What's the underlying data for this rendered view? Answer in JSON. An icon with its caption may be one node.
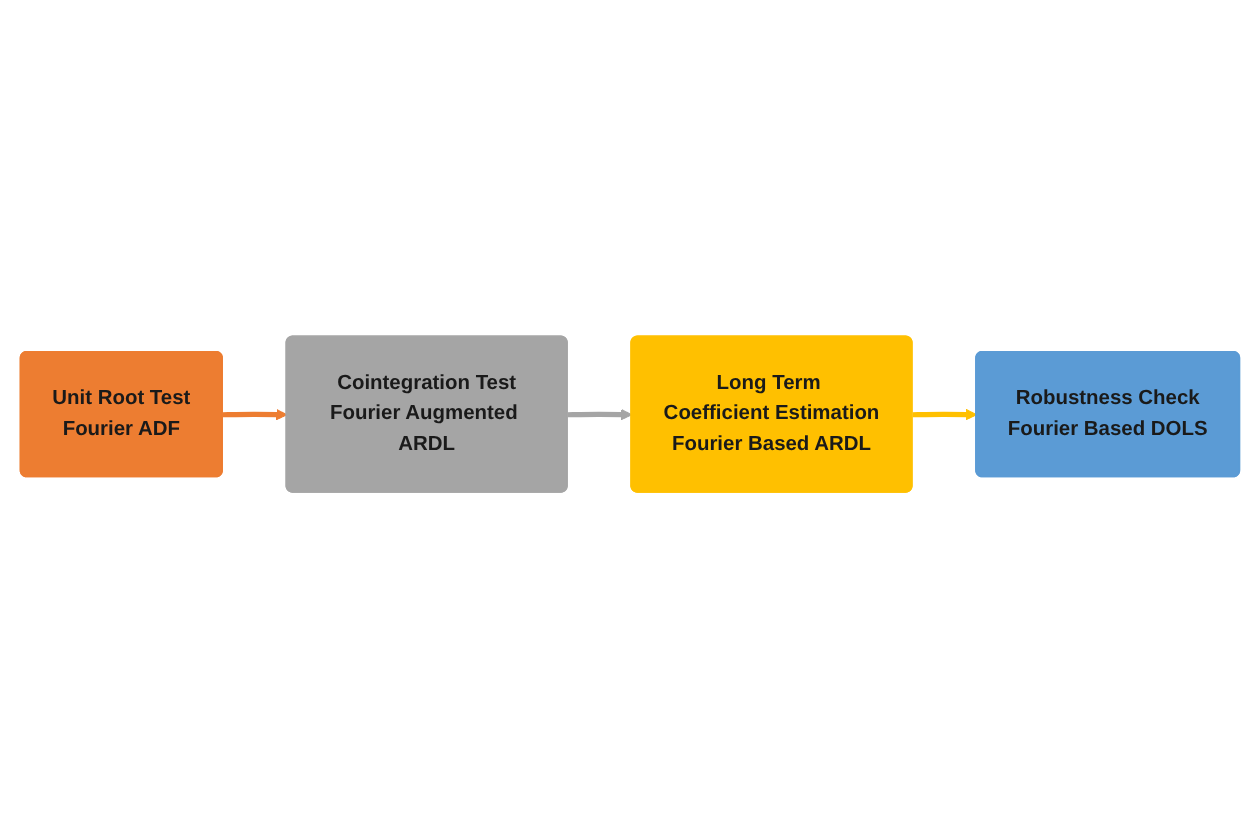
{
  "diagram": {
    "nodes": [
      {
        "text": [
          "Unit Root Test",
          "Fourier ADF"
        ]
      },
      {
        "text": [
          "Cointegration Test",
          "Fourier Augmented ARDL"
        ]
      },
      {
        "text": [
          "Long Term Coefficient Estimation",
          "Fourier Based ARDL"
        ]
      },
      {
        "text": [
          "Robustness Check",
          "Fourier Based DOLS"
        ]
      }
    ],
    "edges": [
      {
        "from": 0,
        "to": 1,
        "arrow": "to",
        "color": "#ed7d31"
      },
      {
        "from": 1,
        "to": 2,
        "arrow": "to",
        "color": "#a5a5a5"
      },
      {
        "from": 2,
        "to": 3,
        "arrow": "to",
        "color": "#ffc000"
      }
    ]
  }
}
